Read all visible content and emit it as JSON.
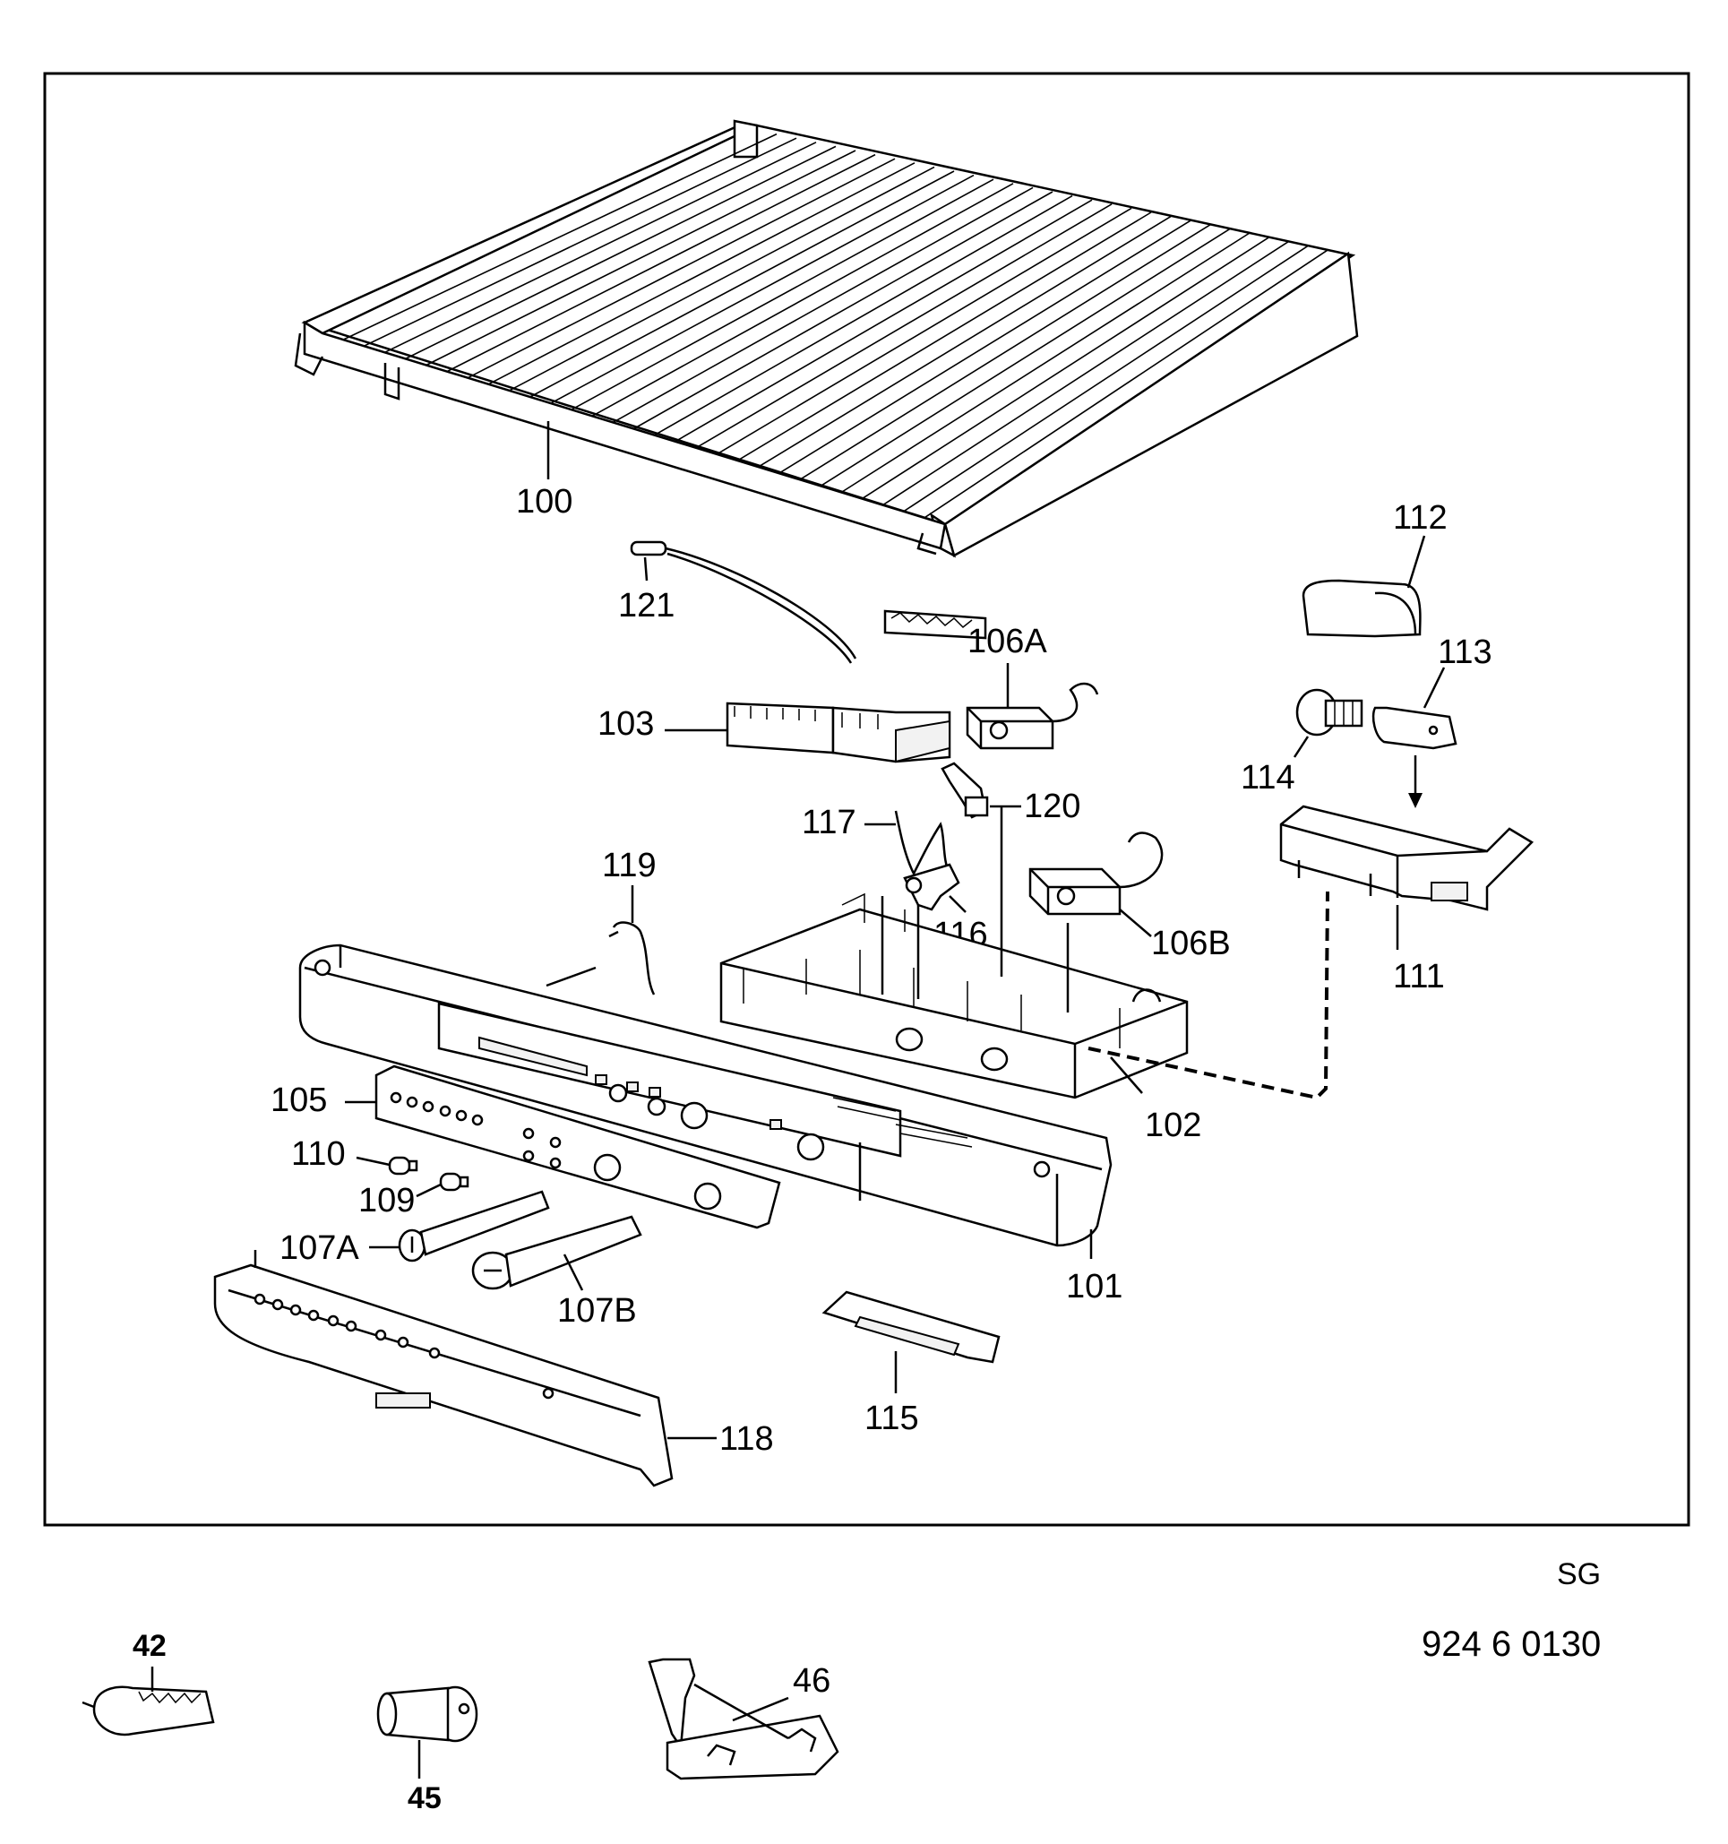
{
  "main_labels": {
    "p100": "100",
    "p121": "121",
    "p106a": "106A",
    "p103": "103",
    "p120": "120",
    "p117": "117",
    "p119": "119",
    "p116": "116",
    "p106b": "106B",
    "p102": "102",
    "p105": "105",
    "p110": "110",
    "p109": "109",
    "p107a": "107A",
    "p107b": "107B",
    "p101": "101",
    "p115": "115",
    "p118": "118",
    "p112": "112",
    "p113": "113",
    "p114": "114",
    "p111": "111"
  },
  "footer": {
    "code": "SG",
    "doc_number": "924 6 0130"
  },
  "extra_labels": {
    "p42": "42",
    "p45": "45",
    "p46": "46"
  },
  "icons": {
    "diagram": "exploded-parts-diagram"
  }
}
